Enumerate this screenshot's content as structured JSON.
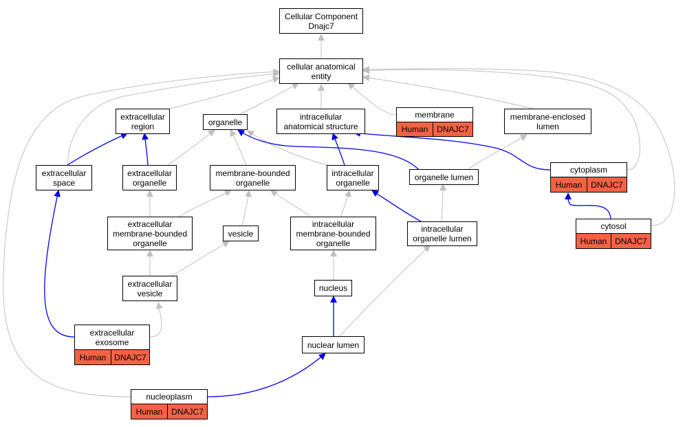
{
  "colors": {
    "gray_edge": "#c0c0c0",
    "blue_edge": "#0000ee",
    "annotation_fill": "#f26245"
  },
  "nodes": {
    "root": {
      "line1": "Cellular Component",
      "line2": "Dnajc7"
    },
    "cellular_anatomical_entity": {
      "line1": "cellular anatomical",
      "line2": "entity"
    },
    "extracellular_region": {
      "line1": "extracellular",
      "line2": "region"
    },
    "organelle": {
      "line1": "organelle"
    },
    "intracellular_anatomical_structure": {
      "line1": "intracellular",
      "line2": "anatomical structure"
    },
    "membrane": {
      "line1": "membrane",
      "species": "Human",
      "gene": "DNAJC7"
    },
    "membrane_enclosed_lumen": {
      "line1": "membrane-enclosed",
      "line2": "lumen"
    },
    "extracellular_space": {
      "line1": "extracellular",
      "line2": "space"
    },
    "extracellular_organelle": {
      "line1": "extracellular",
      "line2": "organelle"
    },
    "membrane_bounded_organelle": {
      "line1": "membrane-bounded",
      "line2": "organelle"
    },
    "intracellular_organelle": {
      "line1": "intracellular",
      "line2": "organelle"
    },
    "organelle_lumen": {
      "line1": "organelle lumen"
    },
    "cytoplasm": {
      "line1": "cytoplasm",
      "species": "Human",
      "gene": "DNAJC7"
    },
    "extracellular_membrane_bounded_organelle": {
      "line1": "extracellular",
      "line2": "membrane-bounded",
      "line3": "organelle"
    },
    "vesicle": {
      "line1": "vesicle"
    },
    "intracellular_membrane_bounded_organelle": {
      "line1": "intracellular",
      "line2": "membrane-bounded",
      "line3": "organelle"
    },
    "intracellular_organelle_lumen": {
      "line1": "intracellular",
      "line2": "organelle lumen"
    },
    "cytosol": {
      "line1": "cytosol",
      "species": "Human",
      "gene": "DNAJC7"
    },
    "extracellular_vesicle": {
      "line1": "extracellular",
      "line2": "vesicle"
    },
    "nucleus": {
      "line1": "nucleus"
    },
    "extracellular_exosome": {
      "line1": "extracellular",
      "line2": "exosome",
      "species": "Human",
      "gene": "DNAJC7"
    },
    "nuclear_lumen": {
      "line1": "nuclear lumen"
    },
    "nucleoplasm": {
      "line1": "nucleoplasm",
      "species": "Human",
      "gene": "DNAJC7"
    }
  }
}
